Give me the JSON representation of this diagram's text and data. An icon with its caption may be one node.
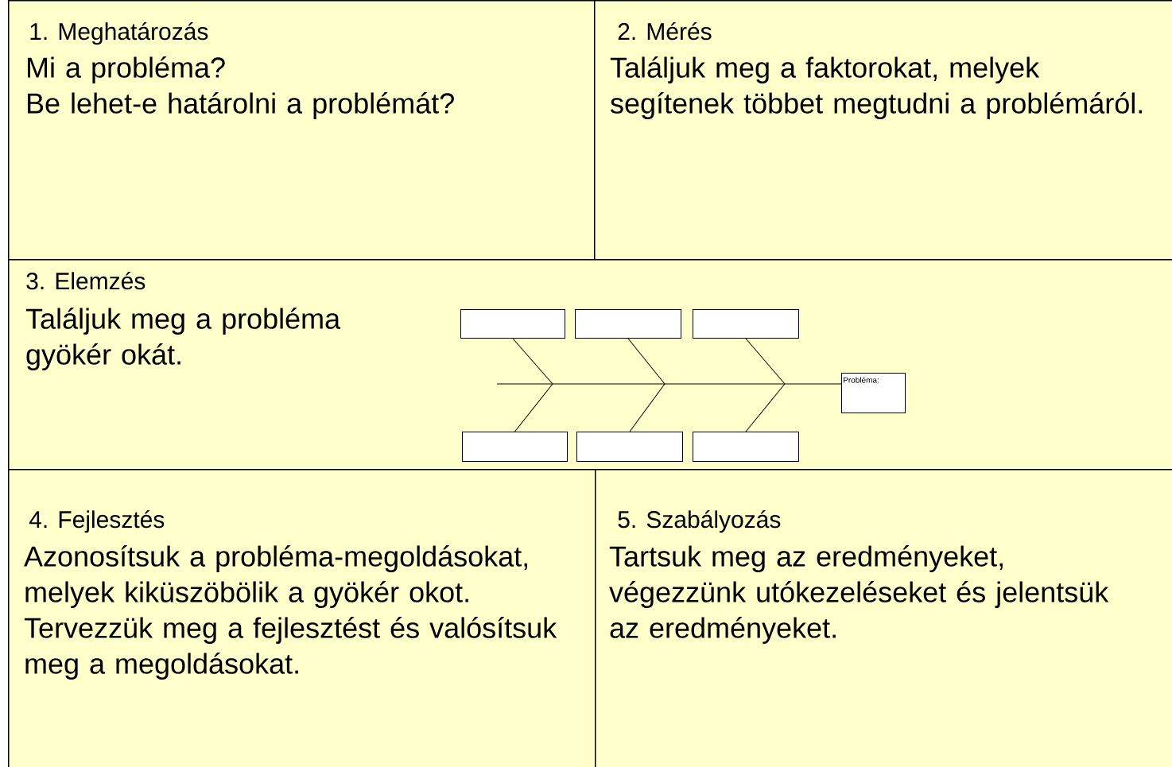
{
  "diagram": {
    "nodes": [
      {
        "text": [
          "1. Meghatározás",
          "Mi a probléma?",
          "Be lehet-e határolni a problémát?"
        ]
      },
      {
        "text": [
          "2. Mérés",
          "Találjuk meg a faktorokat, melyek segítenek többet megtudni a problémáról."
        ]
      },
      {
        "text": [
          "3. Elemzés",
          "Találjuk meg a probléma gyökér okát."
        ]
      },
      {
        "text": [],
        "shape": "box",
        "in": 2
      },
      {
        "text": [],
        "shape": "box",
        "in": 2
      },
      {
        "text": [],
        "shape": "box",
        "in": 2
      },
      {
        "text": [],
        "shape": "box",
        "in": 2
      },
      {
        "text": [],
        "shape": "box",
        "in": 2
      },
      {
        "text": [],
        "shape": "box",
        "in": 2
      },
      {
        "text": [
          "Probléma:"
        ],
        "in": 2
      },
      {
        "text": [
          "4. Fejlesztés",
          "Azonosítsuk a probléma-megoldásokat, melyek kiküszöbölik a gyökér okot.",
          "Tervezzük meg a fejlesztést és valósítsuk meg a megoldásokat."
        ]
      },
      {
        "text": [
          "5. Szabályozás",
          "Tartsuk meg az eredményeket, végezzünk utókezeléseket és jelentsük az eredményeket."
        ]
      }
    ],
    "edges": [
      {
        "from": null,
        "to": 9,
        "arrow": "none"
      },
      {
        "from": 3,
        "to": null,
        "arrow": "none"
      },
      {
        "from": 4,
        "to": null,
        "arrow": "none"
      },
      {
        "from": 5,
        "to": null,
        "arrow": "none"
      },
      {
        "from": 6,
        "to": null,
        "arrow": "none"
      },
      {
        "from": 7,
        "to": null,
        "arrow": "none"
      },
      {
        "from": 8,
        "to": null,
        "arrow": "none"
      }
    ]
  }
}
